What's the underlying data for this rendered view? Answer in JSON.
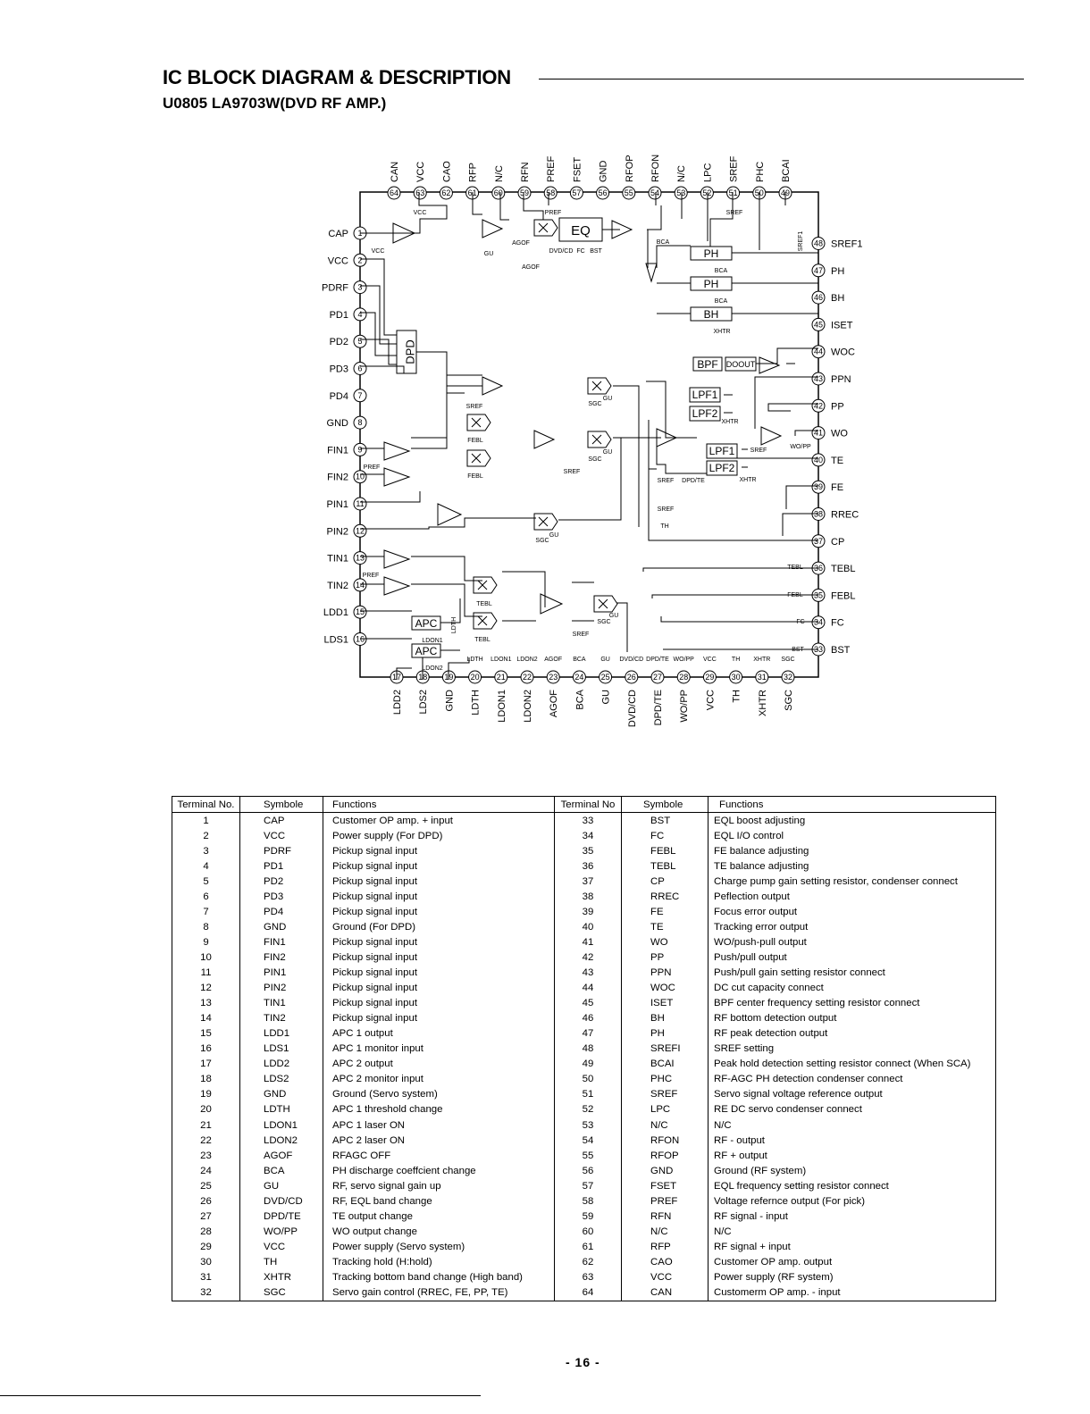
{
  "header": {
    "title": "IC BLOCK DIAGRAM & DESCRIPTION",
    "subtitle": "U0805 LA9703W(DVD RF AMP.)"
  },
  "diagram": {
    "pins_left": [
      {
        "n": "1",
        "s": "CAP"
      },
      {
        "n": "2",
        "s": "VCC"
      },
      {
        "n": "3",
        "s": "PDRF"
      },
      {
        "n": "4",
        "s": "PD1"
      },
      {
        "n": "5",
        "s": "PD2"
      },
      {
        "n": "6",
        "s": "PD3"
      },
      {
        "n": "7",
        "s": "PD4"
      },
      {
        "n": "8",
        "s": "GND"
      },
      {
        "n": "9",
        "s": "FIN1"
      },
      {
        "n": "10",
        "s": "FIN2"
      },
      {
        "n": "11",
        "s": "PIN1"
      },
      {
        "n": "12",
        "s": "PIN2"
      },
      {
        "n": "13",
        "s": "TIN1"
      },
      {
        "n": "14",
        "s": "TIN2"
      },
      {
        "n": "15",
        "s": "LDD1"
      },
      {
        "n": "16",
        "s": "LDS1"
      }
    ],
    "pins_bottom": [
      {
        "n": "17",
        "s": "LDD2"
      },
      {
        "n": "18",
        "s": "LDS2"
      },
      {
        "n": "19",
        "s": "GND"
      },
      {
        "n": "20",
        "s": "LDTH"
      },
      {
        "n": "21",
        "s": "LDON1"
      },
      {
        "n": "22",
        "s": "LDON2"
      },
      {
        "n": "23",
        "s": "AGOF"
      },
      {
        "n": "24",
        "s": "BCA"
      },
      {
        "n": "25",
        "s": "GU"
      },
      {
        "n": "26",
        "s": "DVD/CD"
      },
      {
        "n": "27",
        "s": "DPD/TE"
      },
      {
        "n": "28",
        "s": "WO/PP"
      },
      {
        "n": "29",
        "s": "VCC"
      },
      {
        "n": "30",
        "s": "TH"
      },
      {
        "n": "31",
        "s": "XHTR"
      },
      {
        "n": "32",
        "s": "SGC"
      }
    ],
    "pins_right": [
      {
        "n": "33",
        "s": "BST"
      },
      {
        "n": "34",
        "s": "FC"
      },
      {
        "n": "35",
        "s": "FEBL"
      },
      {
        "n": "36",
        "s": "TEBL"
      },
      {
        "n": "37",
        "s": "CP"
      },
      {
        "n": "38",
        "s": "RREC"
      },
      {
        "n": "39",
        "s": "FE"
      },
      {
        "n": "40",
        "s": "TE"
      },
      {
        "n": "41",
        "s": "WO"
      },
      {
        "n": "42",
        "s": "PP"
      },
      {
        "n": "43",
        "s": "PPN"
      },
      {
        "n": "44",
        "s": "WOC"
      },
      {
        "n": "45",
        "s": "ISET"
      },
      {
        "n": "46",
        "s": "BH"
      },
      {
        "n": "47",
        "s": "PH"
      },
      {
        "n": "48",
        "s": "SREF1"
      }
    ],
    "pins_top": [
      {
        "n": "49",
        "s": "BCAI"
      },
      {
        "n": "50",
        "s": "PHC"
      },
      {
        "n": "51",
        "s": "SREF"
      },
      {
        "n": "52",
        "s": "LPC"
      },
      {
        "n": "53",
        "s": "N/C"
      },
      {
        "n": "54",
        "s": "RFON"
      },
      {
        "n": "55",
        "s": "RFOP"
      },
      {
        "n": "56",
        "s": "GND"
      },
      {
        "n": "57",
        "s": "FSET"
      },
      {
        "n": "58",
        "s": "PREF"
      },
      {
        "n": "59",
        "s": "RFN"
      },
      {
        "n": "60",
        "s": "N/C"
      },
      {
        "n": "61",
        "s": "RFP"
      },
      {
        "n": "62",
        "s": "CAO"
      },
      {
        "n": "63",
        "s": "VCC"
      },
      {
        "n": "64",
        "s": "CAN"
      }
    ],
    "blocks": {
      "dpd": "DPD",
      "eq": "EQ",
      "ph1": "PH",
      "ph2": "PH",
      "bh": "BH",
      "bpf": "BPF",
      "doout": "DOOUT",
      "lpf1a": "LPF1",
      "lpf2a": "LPF2",
      "lpf1b": "LPF1",
      "lpf2b": "LPF2",
      "apc1": "APC",
      "apc2": "APC"
    },
    "labels": {
      "vcc": "VCC",
      "pref": "PREF",
      "sref": "SREF",
      "gu": "GU",
      "agof": "AGOF",
      "dvdcd": "DVD/CD",
      "fc": "FC",
      "bst": "BST",
      "bca": "BCA",
      "xhtr": "XHTR",
      "sref1": "SREF1",
      "sgc": "SGC",
      "febl": "FEBL",
      "tebl": "TEBL",
      "wopp": "WO/PP",
      "dpdte": "DPD/TE",
      "th": "TH",
      "ldth": "LDTH",
      "ldon1": "LDON1",
      "ldon2": "LDON2",
      "vcc29": "VCC"
    }
  },
  "table": {
    "headers": {
      "terminal_left": "Terminal No.",
      "symbol_left": "Symbole",
      "functions_left": "Functions",
      "terminal_right": "Terminal No",
      "symbol_right": "Symbole",
      "functions_right": "Functions"
    },
    "left_rows": [
      {
        "no": "1",
        "sym": "CAP",
        "fn": "Customer OP amp. + input"
      },
      {
        "no": "2",
        "sym": "VCC",
        "fn": "Power supply (For DPD)"
      },
      {
        "no": "3",
        "sym": "PDRF",
        "fn": "Pickup signal input"
      },
      {
        "no": "4",
        "sym": "PD1",
        "fn": "Pickup signal input"
      },
      {
        "no": "5",
        "sym": "PD2",
        "fn": "Pickup signal input"
      },
      {
        "no": "6",
        "sym": "PD3",
        "fn": "Pickup signal input"
      },
      {
        "no": "7",
        "sym": "PD4",
        "fn": "Pickup signal input"
      },
      {
        "no": "8",
        "sym": "GND",
        "fn": "Ground (For DPD)"
      },
      {
        "no": "9",
        "sym": "FIN1",
        "fn": "Pickup signal input"
      },
      {
        "no": "10",
        "sym": "FIN2",
        "fn": "Pickup signal input"
      },
      {
        "no": "11",
        "sym": "PIN1",
        "fn": "Pickup signal input"
      },
      {
        "no": "12",
        "sym": "PIN2",
        "fn": "Pickup signal input"
      },
      {
        "no": "13",
        "sym": "TIN1",
        "fn": "Pickup signal input"
      },
      {
        "no": "14",
        "sym": "TIN2",
        "fn": "Pickup signal input"
      },
      {
        "no": "15",
        "sym": "LDD1",
        "fn": "APC 1 output"
      },
      {
        "no": "16",
        "sym": "LDS1",
        "fn": "APC 1 monitor input"
      },
      {
        "no": "17",
        "sym": "LDD2",
        "fn": "APC 2 output"
      },
      {
        "no": "18",
        "sym": "LDS2",
        "fn": "APC 2 monitor input"
      },
      {
        "no": "19",
        "sym": "GND",
        "fn": "Ground (Servo system)"
      },
      {
        "no": "20",
        "sym": "LDTH",
        "fn": "APC 1 threshold change"
      },
      {
        "no": "21",
        "sym": "LDON1",
        "fn": "APC 1 laser ON"
      },
      {
        "no": "22",
        "sym": "LDON2",
        "fn": "APC 2 laser ON"
      },
      {
        "no": "23",
        "sym": "AGOF",
        "fn": "RFAGC OFF"
      },
      {
        "no": "24",
        "sym": "BCA",
        "fn": "PH discharge coeffcient change"
      },
      {
        "no": "25",
        "sym": "GU",
        "fn": "RF, servo signal gain up"
      },
      {
        "no": "26",
        "sym": "DVD/CD",
        "fn": "RF, EQL band change"
      },
      {
        "no": "27",
        "sym": "DPD/TE",
        "fn": "TE output change"
      },
      {
        "no": "28",
        "sym": "WO/PP",
        "fn": "WO output change"
      },
      {
        "no": "29",
        "sym": "VCC",
        "fn": "Power supply (Servo system)"
      },
      {
        "no": "30",
        "sym": "TH",
        "fn": "Tracking hold (H:hold)"
      },
      {
        "no": "31",
        "sym": "XHTR",
        "fn": "Tracking bottom band change (High band)"
      },
      {
        "no": "32",
        "sym": "SGC",
        "fn": "Servo gain control (RREC, FE, PP, TE)"
      }
    ],
    "right_rows": [
      {
        "no": "33",
        "sym": "BST",
        "fn": "EQL boost adjusting"
      },
      {
        "no": "34",
        "sym": "FC",
        "fn": "EQL I/O control"
      },
      {
        "no": "35",
        "sym": "FEBL",
        "fn": "FE balance adjusting"
      },
      {
        "no": "36",
        "sym": "TEBL",
        "fn": "TE balance adjusting"
      },
      {
        "no": "37",
        "sym": "CP",
        "fn": "Charge pump gain setting resistor, condenser connect"
      },
      {
        "no": "38",
        "sym": "RREC",
        "fn": "Peflection output"
      },
      {
        "no": "39",
        "sym": "FE",
        "fn": "Focus error output"
      },
      {
        "no": "40",
        "sym": "TE",
        "fn": "Tracking error output"
      },
      {
        "no": "41",
        "sym": "WO",
        "fn": "WO/push-pull output"
      },
      {
        "no": "42",
        "sym": "PP",
        "fn": "Push/pull output"
      },
      {
        "no": "43",
        "sym": "PPN",
        "fn": "Push/pull gain setting resistor connect"
      },
      {
        "no": "44",
        "sym": "WOC",
        "fn": "DC cut capacity connect"
      },
      {
        "no": "45",
        "sym": "ISET",
        "fn": "BPF center frequency setting resistor connect"
      },
      {
        "no": "46",
        "sym": "BH",
        "fn": "RF bottom detection output"
      },
      {
        "no": "47",
        "sym": "PH",
        "fn": "RF peak detection output"
      },
      {
        "no": "48",
        "sym": "SREFI",
        "fn": "SREF setting"
      },
      {
        "no": "49",
        "sym": "BCAI",
        "fn": "Peak hold detection setting resistor connect (When SCA)"
      },
      {
        "no": "50",
        "sym": "PHC",
        "fn": "RF-AGC PH detection condenser connect"
      },
      {
        "no": "51",
        "sym": "SREF",
        "fn": "Servo signal voltage reference output"
      },
      {
        "no": "52",
        "sym": "LPC",
        "fn": "RE DC servo condenser connect"
      },
      {
        "no": "53",
        "sym": "N/C",
        "fn": "N/C"
      },
      {
        "no": "54",
        "sym": "RFON",
        "fn": "RF - output"
      },
      {
        "no": "55",
        "sym": "RFOP",
        "fn": "RF + output"
      },
      {
        "no": "56",
        "sym": "GND",
        "fn": "Ground (RF system)"
      },
      {
        "no": "57",
        "sym": "FSET",
        "fn": "EQL frequency setting resistor connect"
      },
      {
        "no": "58",
        "sym": "PREF",
        "fn": "Voltage refernce output (For pick)"
      },
      {
        "no": "59",
        "sym": "RFN",
        "fn": "RF signal - input"
      },
      {
        "no": "60",
        "sym": "N/C",
        "fn": "N/C"
      },
      {
        "no": "61",
        "sym": "RFP",
        "fn": "RF signal + input"
      },
      {
        "no": "62",
        "sym": "CAO",
        "fn": "Customer OP amp. output"
      },
      {
        "no": "63",
        "sym": "VCC",
        "fn": "Power supply (RF system)"
      },
      {
        "no": "64",
        "sym": "CAN",
        "fn": "Customerm OP amp. - input"
      }
    ]
  },
  "footer": {
    "page_number": "- 16 -"
  }
}
